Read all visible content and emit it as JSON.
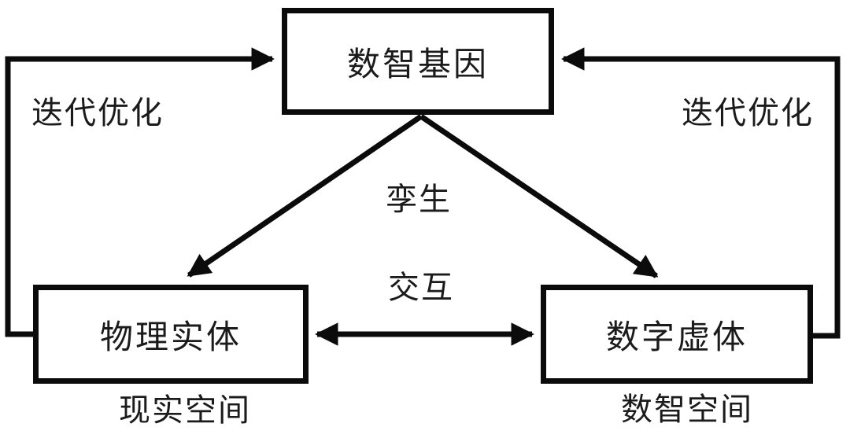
{
  "nodes": {
    "gene": {
      "label": "数智基因"
    },
    "physical": {
      "label": "物理实体",
      "caption": "现实空间"
    },
    "virtual": {
      "label": "数字虚体",
      "caption": "数智空间"
    }
  },
  "edge_labels": {
    "left_iteration": "迭代优化",
    "right_iteration": "迭代优化",
    "twin": "孪生",
    "interaction": "交互"
  },
  "arrows": [
    {
      "name": "left-feedback",
      "from": "物理实体",
      "to": "数智基因",
      "heads": "single",
      "label": "迭代优化"
    },
    {
      "name": "right-feedback",
      "from": "数字虚体",
      "to": "数智基因",
      "heads": "single",
      "label": "迭代优化"
    },
    {
      "name": "twin-left",
      "from": "数智基因",
      "to": "物理实体",
      "heads": "single",
      "label": "孪生"
    },
    {
      "name": "twin-right",
      "from": "数智基因",
      "to": "数字虚体",
      "heads": "single",
      "label": "孪生"
    },
    {
      "name": "interaction",
      "from": "物理实体",
      "to": "数字虚体",
      "heads": "double",
      "label": "交互"
    }
  ],
  "colors": {
    "line": "#0b0b0b",
    "background": "#ffffff",
    "text": "#1b1b1b"
  }
}
